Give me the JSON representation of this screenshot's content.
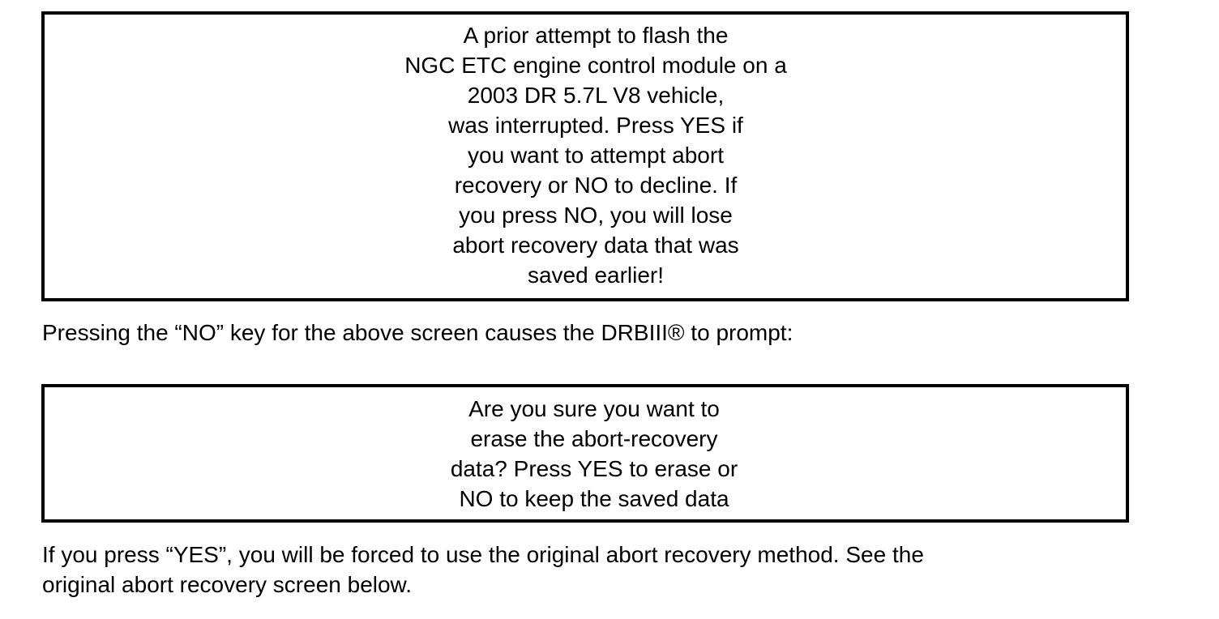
{
  "page": {
    "background": "#ffffff",
    "text_color": "#000000",
    "border_color": "#000000"
  },
  "screens": [
    {
      "name": "abort-recovery-prompt-screen",
      "lines": [
        "A prior attempt to flash the",
        "NGC ETC engine control module on a",
        "2003 DR 5.7L V8 vehicle,",
        "was interrupted. Press YES if",
        "you want to attempt abort",
        "recovery or NO to decline. If",
        "you press NO, you will lose",
        "abort recovery data that was",
        "saved earlier!"
      ]
    },
    {
      "name": "erase-confirmation-screen",
      "lines": [
        "Are you sure you want to",
        "erase the abort-recovery",
        "data? Press YES to erase or",
        "NO to keep the saved data"
      ]
    }
  ],
  "paragraphs": [
    {
      "lines": [
        "Pressing the “NO” key for the above screen causes the DRBIII® to prompt:"
      ]
    },
    {
      "lines": [
        "If you press “YES”, you will be forced to use the original abort recovery method. See the",
        "original abort recovery screen below."
      ]
    }
  ]
}
